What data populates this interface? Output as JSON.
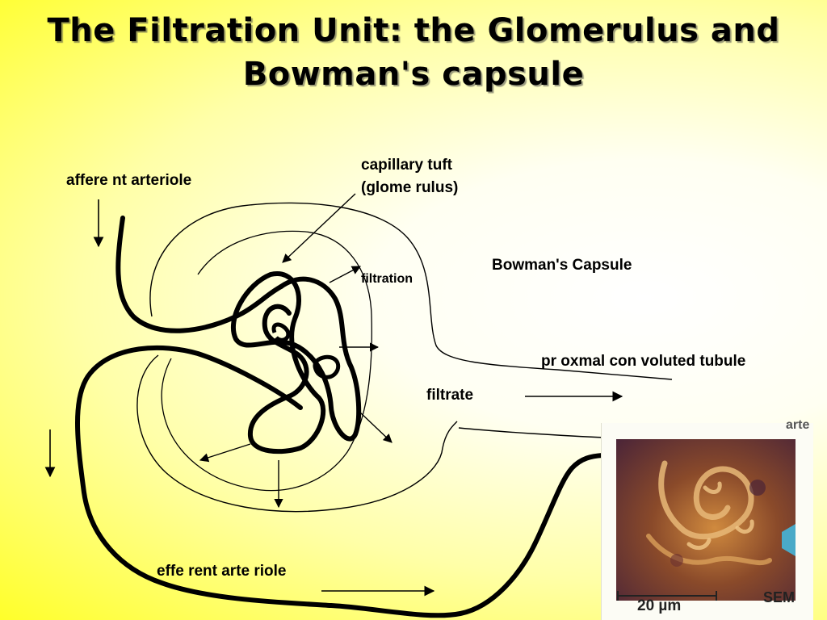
{
  "title": {
    "line1": "The Filtration Unit: the Glomerulus and",
    "line2": "Bowman's capsule"
  },
  "labels": {
    "afferent": "affere nt arteriole",
    "capillary_line1": "capillary tuft",
    "capillary_line2": "(glome rulus)",
    "filtration": "filtration",
    "bowmans": "Bowman's Capsule",
    "proximal": "pr oxmal con voluted tubule",
    "filtrate": "filtrate",
    "efferent": "effe rent arte riole",
    "arte_fragment": "arte"
  },
  "sem": {
    "scale_label": "20 µm",
    "tag": "SEM"
  }
}
